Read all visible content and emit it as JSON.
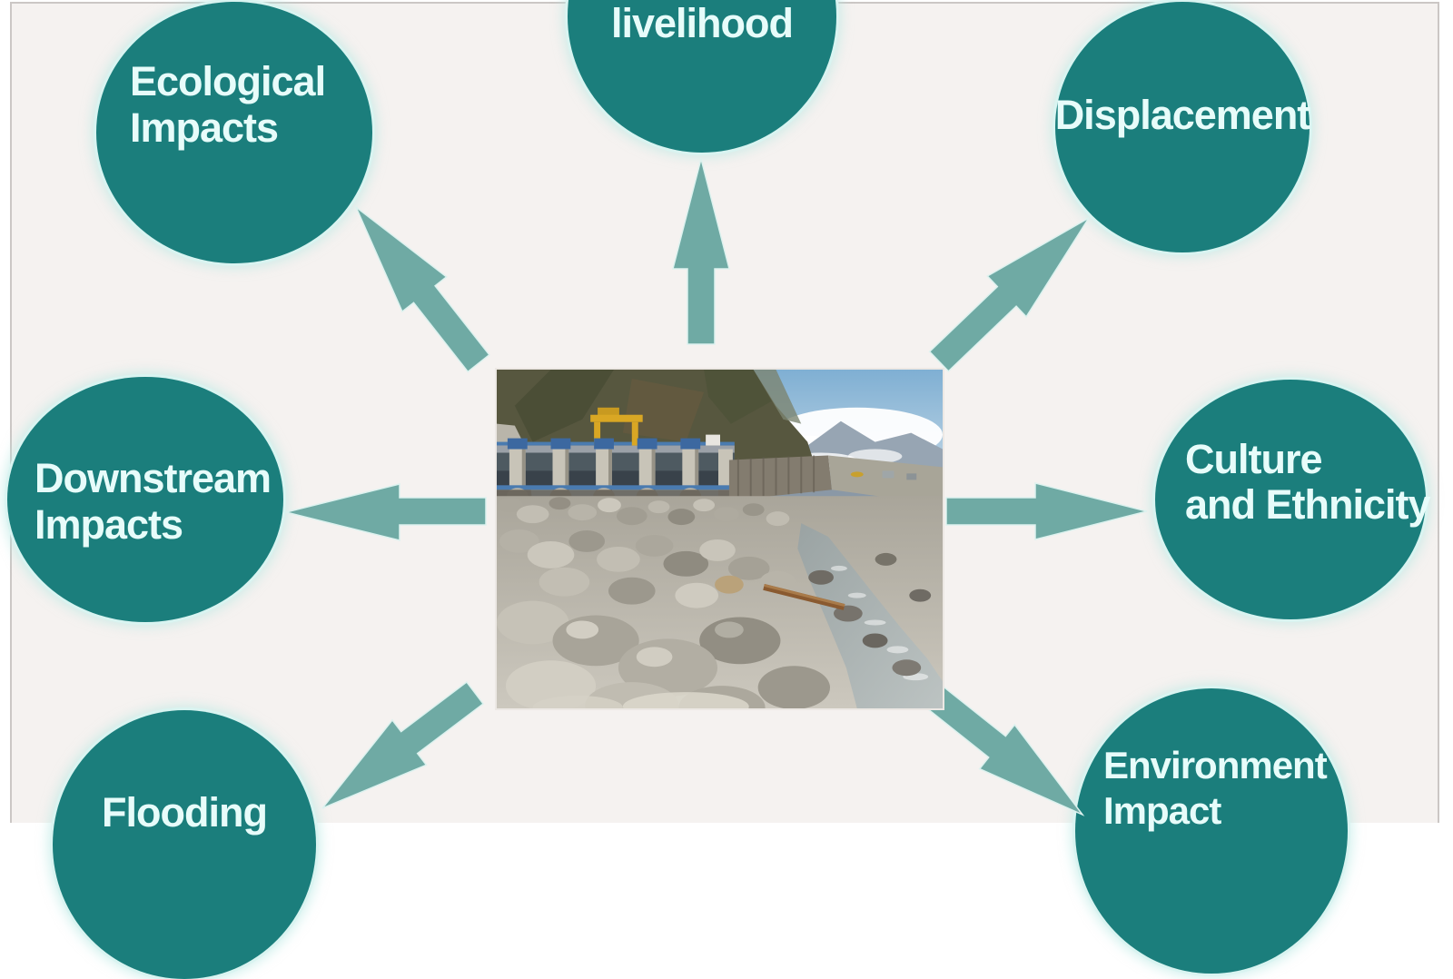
{
  "page": {
    "background_color": "#f5f2f0",
    "frame_color": "#cbc7c5"
  },
  "colors": {
    "node_fill": "#1b7e7c",
    "node_text": "#e7fcfa",
    "node_halo": "#d9f4f1",
    "arrow": "#6faaa4"
  },
  "diagram": {
    "center_image": "dam-barrage-with-dry-rocky-riverbed-photo",
    "nodes": [
      {
        "id": "livelihood",
        "lines": [
          "livelihood",
          ""
        ]
      },
      {
        "id": "ecological-impacts",
        "lines": [
          "Ecological",
          "Impacts"
        ]
      },
      {
        "id": "displacement",
        "lines": [
          "Displacement",
          ""
        ]
      },
      {
        "id": "downstream-impacts",
        "lines": [
          "Downstream",
          "Impacts"
        ]
      },
      {
        "id": "culture-and-ethnicity",
        "lines": [
          "Culture",
          "and Ethnicity"
        ]
      },
      {
        "id": "flooding",
        "lines": [
          "Flooding",
          ""
        ]
      },
      {
        "id": "environment-impact",
        "lines": [
          "Environment",
          "Impact"
        ]
      }
    ]
  }
}
